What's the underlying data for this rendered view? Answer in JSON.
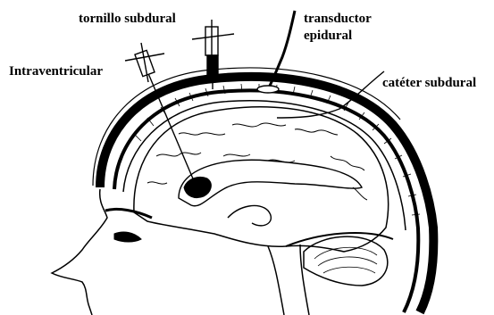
{
  "diagram": {
    "labels": {
      "tornillo_subdural": "tornillo subdural",
      "transductor_line1": "transductor",
      "transductor_line2": "epidural",
      "intraventricular": "Intraventricular",
      "cateter_subdural": "catéter subdural"
    },
    "colors": {
      "ink": "#000000",
      "paper": "#ffffff"
    }
  }
}
